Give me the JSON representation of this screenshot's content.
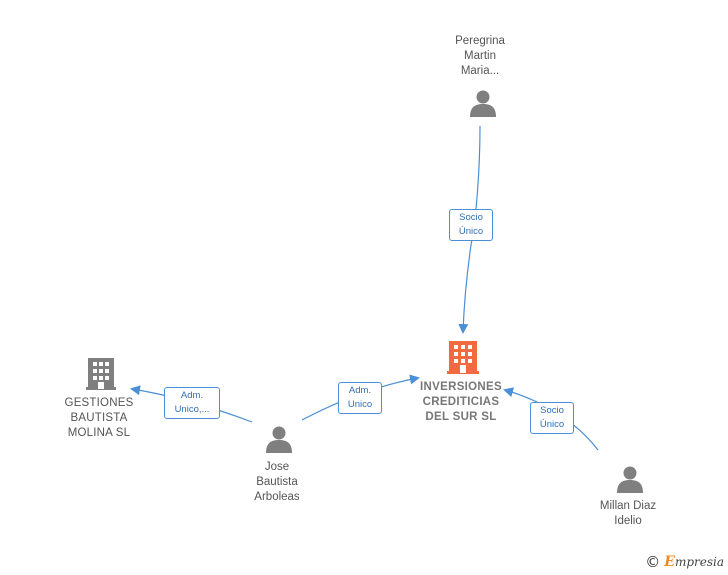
{
  "nodes": {
    "peregrina": {
      "type": "person",
      "lines": [
        "Peregrina",
        "Martin",
        "Maria..."
      ]
    },
    "inversiones": {
      "type": "company-main",
      "lines": [
        "INVERSIONES",
        "CREDITICIAS",
        "DEL SUR  SL"
      ]
    },
    "gestiones": {
      "type": "company",
      "lines": [
        "GESTIONES",
        "BAUTISTA",
        "MOLINA  SL"
      ]
    },
    "jose": {
      "type": "person",
      "lines": [
        "Jose",
        "Bautista",
        "Arboleas"
      ]
    },
    "millan": {
      "type": "person",
      "lines": [
        "Millan Diaz",
        "Idelio"
      ]
    }
  },
  "edges": {
    "peregrina_inversiones": {
      "lines": [
        "Socio",
        "Único"
      ]
    },
    "jose_inversiones": {
      "lines": [
        "Adm.",
        "Unico"
      ]
    },
    "jose_gestiones": {
      "lines": [
        "Adm.",
        "Unico,..."
      ]
    },
    "millan_inversiones": {
      "lines": [
        "Socio",
        "Único"
      ]
    }
  },
  "colors": {
    "edge": "#4a8fd8",
    "person_icon": "#7f7f7f",
    "company_icon": "#7f7f7f",
    "main_company_icon": "#f26a3d"
  },
  "icons": {
    "person": "person-icon",
    "company": "building-icon",
    "main_company": "building-icon"
  },
  "footer": {
    "copyright": "©",
    "brand_initial": "E",
    "brand_rest": "mpresia"
  }
}
